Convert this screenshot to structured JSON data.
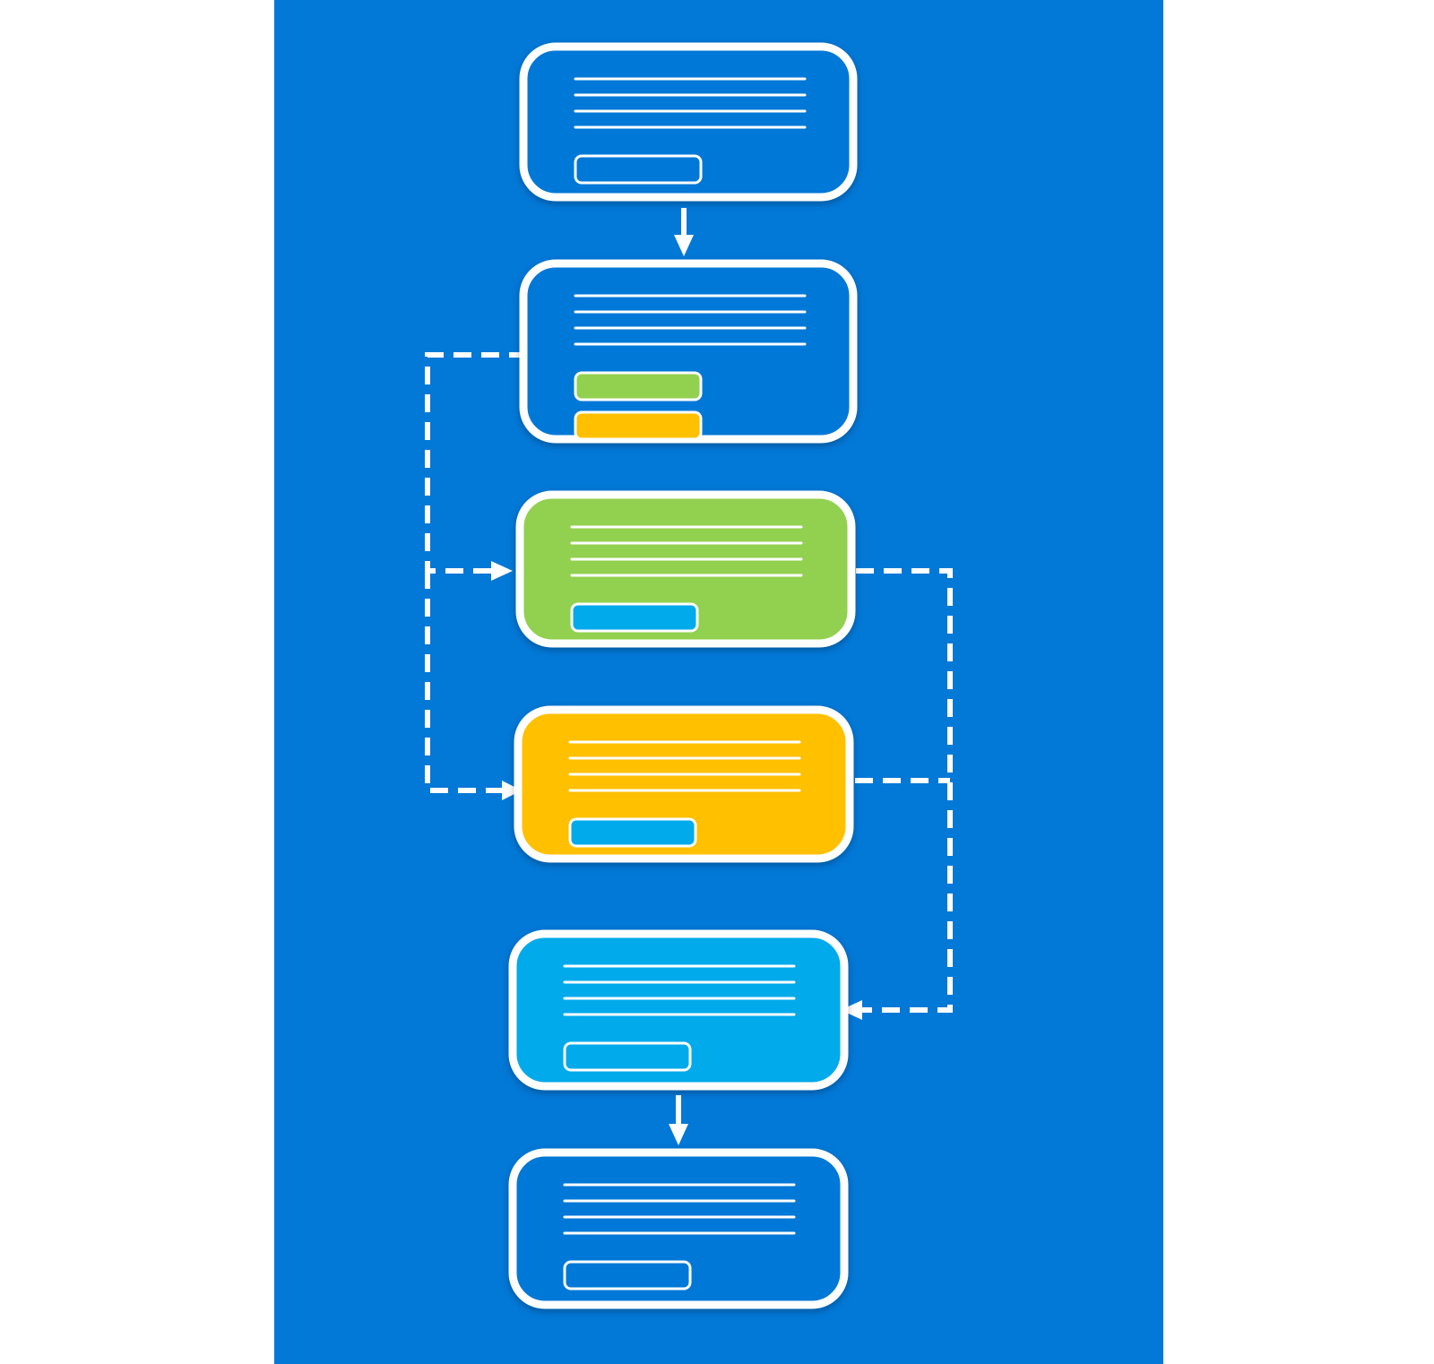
{
  "colors": {
    "panel": "#0278D7",
    "stroke": "#FFFFFF",
    "card_blue": "#0278D7",
    "card_green": "#92D050",
    "card_amber": "#FFC000",
    "card_cyan": "#00AAEB"
  },
  "cards": [
    {
      "id": "start",
      "fill": "card_blue",
      "text_lines": 4,
      "buttons": [
        {
          "fill": "none"
        }
      ]
    },
    {
      "id": "decision",
      "fill": "card_blue",
      "text_lines": 4,
      "buttons": [
        {
          "fill": "card_green"
        },
        {
          "fill": "card_amber"
        }
      ]
    },
    {
      "id": "option-green",
      "fill": "card_green",
      "text_lines": 4,
      "buttons": [
        {
          "fill": "card_cyan"
        }
      ]
    },
    {
      "id": "option-amber",
      "fill": "card_amber",
      "text_lines": 4,
      "buttons": [
        {
          "fill": "card_cyan"
        }
      ]
    },
    {
      "id": "merge",
      "fill": "card_cyan",
      "text_lines": 4,
      "buttons": [
        {
          "fill": "none"
        }
      ]
    },
    {
      "id": "end",
      "fill": "card_blue",
      "text_lines": 4,
      "buttons": [
        {
          "fill": "none"
        }
      ]
    }
  ],
  "connections": [
    {
      "from": "start",
      "to": "decision",
      "style": "solid"
    },
    {
      "from": "decision",
      "to": "option-green",
      "style": "dashed"
    },
    {
      "from": "decision",
      "to": "option-amber",
      "style": "dashed"
    },
    {
      "from": "option-green",
      "to": "merge",
      "style": "dashed"
    },
    {
      "from": "option-amber",
      "to": "merge",
      "style": "dashed"
    },
    {
      "from": "merge",
      "to": "end",
      "style": "solid"
    }
  ]
}
